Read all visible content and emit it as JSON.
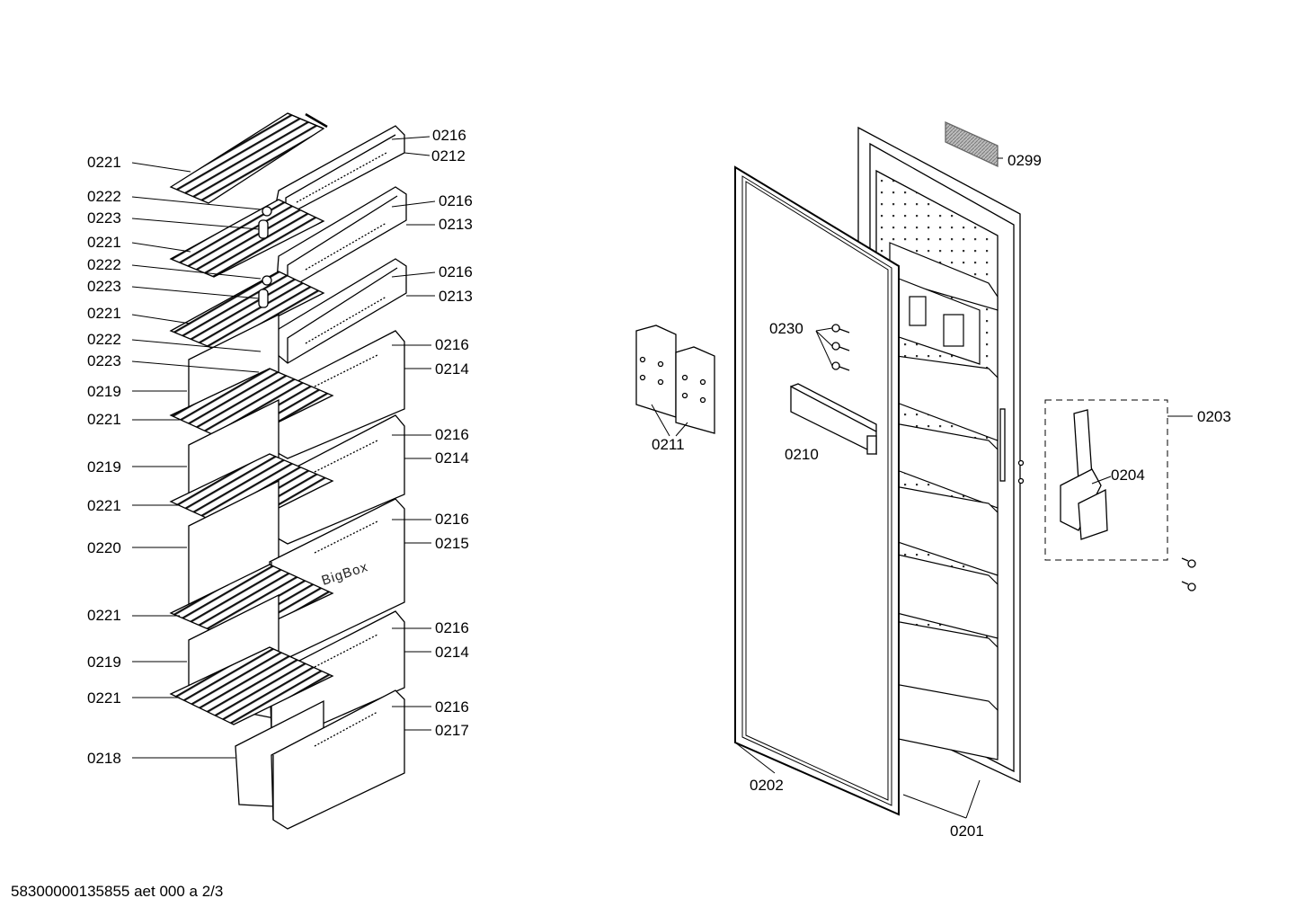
{
  "diagram": {
    "footer_code": "58300000135855 aet 000 a 2/3",
    "brand_text": "BigBox",
    "labels": {
      "l0221a": "0221",
      "l0222a": "0222",
      "l0223a": "0223",
      "l0221b": "0221",
      "l0222b": "0222",
      "l0223b": "0223",
      "l0221c": "0221",
      "l0222c": "0222",
      "l0223c": "0223",
      "l0219a": "0219",
      "l0221d": "0221",
      "l0219b": "0219",
      "l0221e": "0221",
      "l0220": "0220",
      "l0221f": "0221",
      "l0219c": "0219",
      "l0221g": "0221",
      "l0218": "0218",
      "r0216a": "0216",
      "r0212": "0212",
      "r0216b": "0216",
      "r0213a": "0213",
      "r0216c": "0216",
      "r0213b": "0213",
      "r0216d": "0216",
      "r0214a": "0214",
      "r0216e": "0216",
      "r0214b": "0214",
      "r0216f": "0216",
      "r0215": "0215",
      "r0216g": "0216",
      "r0214c": "0214",
      "r0216h": "0216",
      "r0217": "0217",
      "d0299": "0299",
      "d0230": "0230",
      "d0211": "0211",
      "d0210": "0210",
      "d0203": "0203",
      "d0204": "0204",
      "d0202": "0202",
      "d0201": "0201"
    }
  }
}
